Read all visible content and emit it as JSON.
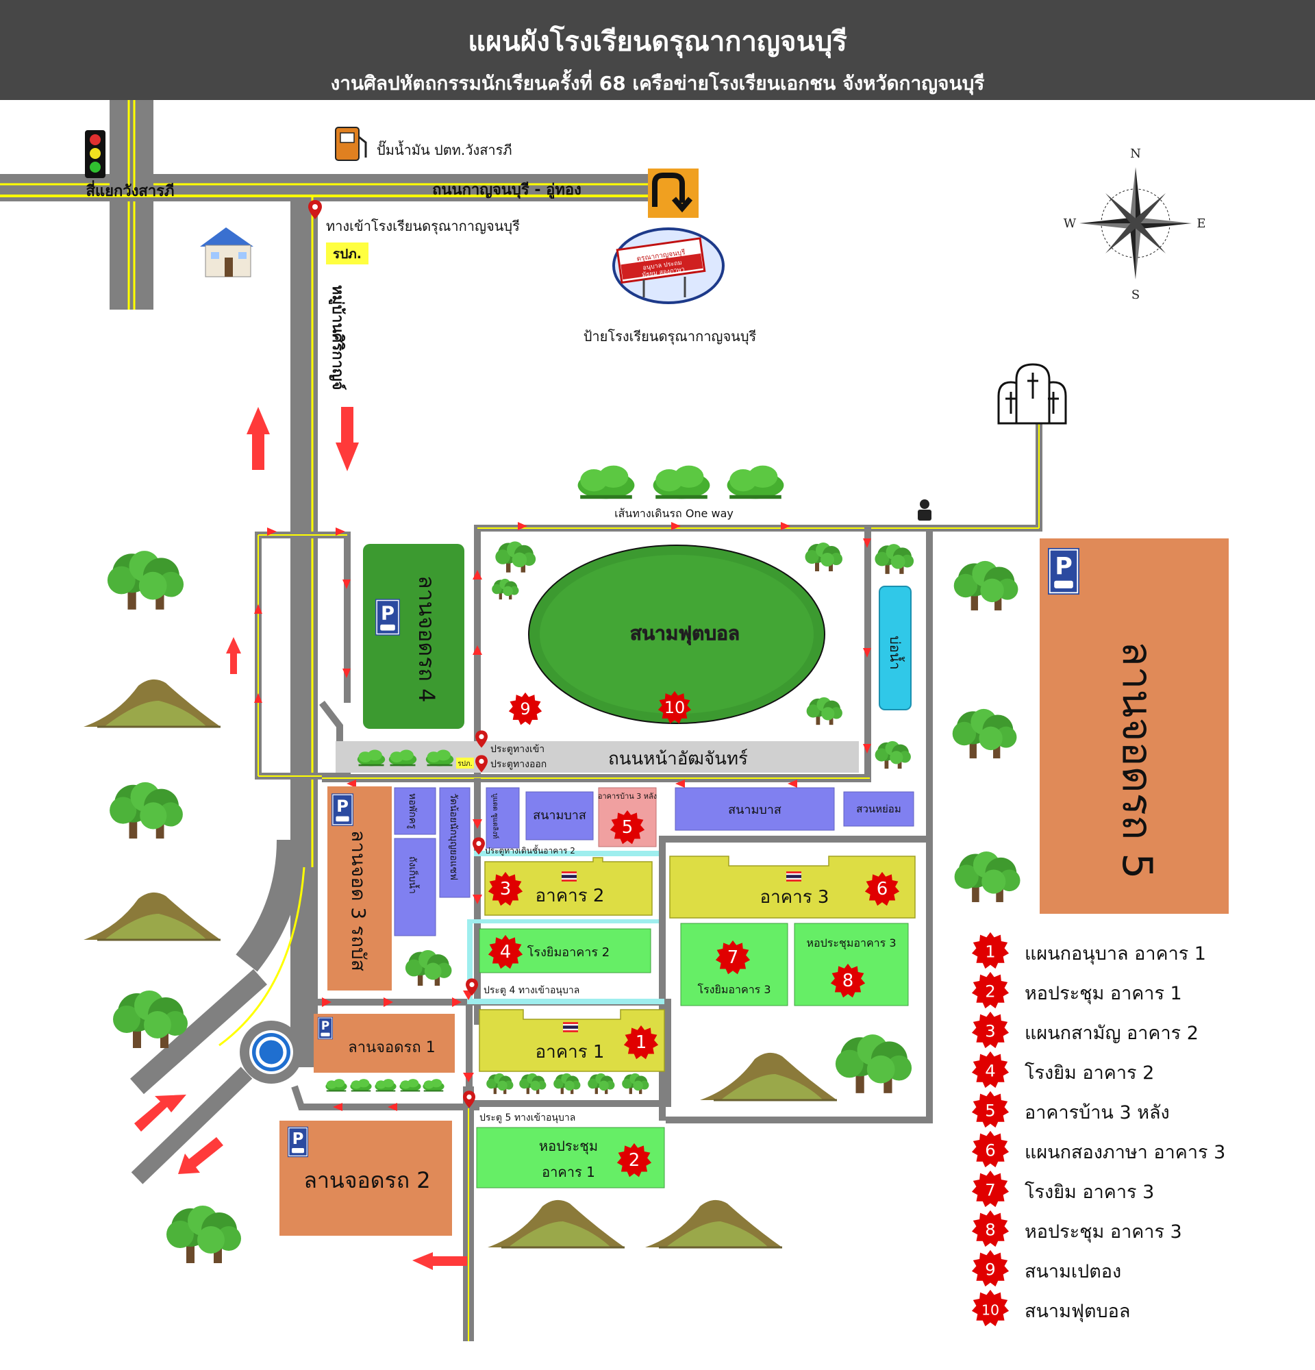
{
  "header": {
    "title": "แผนผังโรงเรียนดรุณากาญจนบุรี",
    "subtitle": "งานศิลปหัตถกรรมนักเรียนครั้งที่ 68 เครือข่ายโรงเรียนเอกชน จังหวัดกาญจนบุรี"
  },
  "colors": {
    "header_bg": "#474747",
    "road": "#7f7f7f",
    "road_line": "#ffff00",
    "parking": "#e08a58",
    "building": "#dddd44",
    "gym": "#66ee66",
    "pool_building": "#8080f0",
    "house3": "#f0a0a0",
    "marker_red": "#e00000",
    "arrow_red": "#ff3333"
  },
  "map": {
    "compass": {
      "n": "N",
      "s": "S",
      "e": "E",
      "w": "W"
    },
    "labels": {
      "intersection": "สี่แยกวังสารภี",
      "gas_station": "ปั๊มน้ำมัน ปตท.วังสารภี",
      "main_road": "ถนนกาญจนบุรี - อู่ทอง",
      "school_entrance": "ทางเข้าโรงเรียนดรุณากาญจนบุรี",
      "security_top": "รปภ.",
      "village": "หมู่บ้านศิริกาญจ์",
      "school_sign": "ป้ายโรงเรียนดรุณากาญจนบุรี",
      "sign_text_1": "ดรุณากาญจนบุรี",
      "sign_text_2": "อนุบาล  ประถม",
      "sign_text_3": "มัธยม  สองภาษา",
      "one_way": "เส้นทางเดินรถ One way",
      "football_field": "สนามฟุตบอล",
      "pond": "บ่อน้ำ",
      "parking_4": "ลานจอดรถ 4",
      "parking_5": "ลานจอดรถ 5",
      "front_road": "ถนนหน้าอัฒจันทร์",
      "gate_in": "ประตูทางเข้า",
      "gate_out": "ประตูทางออก",
      "security_gate": "รปภ.",
      "parking_3": "ลานจอด 3 รถบัส",
      "dorm": "หอพักครู",
      "water_tank": "ถังเก็บน้ำ",
      "st_joseph": "วัดน้อยนักบุญยอแซฟ",
      "badminton": "บูแดด ซูแดลิงท์",
      "pool_small": "สนามบาส",
      "house3_bldg": "อาคารบ้าน 3 หลัง",
      "pool_large": "สนามบาส",
      "pavilion": "สวนหย่อม",
      "gate_bldg2": "ประตูทางเดินชั้นอาคาร 2",
      "bldg2": "อาคาร 2",
      "bldg3": "อาคาร 3",
      "gym2": "โรงยิมอาคาร 2",
      "gym3": "โรงยิมอาคาร 3",
      "hall3": "หอประชุมอาคาร 3",
      "gate4": "ประตู 4 ทางเข้าอนุบาล",
      "parking_1": "ลานจอดรถ 1",
      "bldg1": "อาคาร 1",
      "gate5": "ประตู 5 ทางเข้าอนุบาล",
      "hall1_line1": "หอประชุม",
      "hall1_line2": "อาคาร 1",
      "parking_2": "ลานจอดรถ 2",
      "parking_sign": "P"
    },
    "markers": [
      {
        "n": "1"
      },
      {
        "n": "2"
      },
      {
        "n": "3"
      },
      {
        "n": "4"
      },
      {
        "n": "5"
      },
      {
        "n": "6"
      },
      {
        "n": "7"
      },
      {
        "n": "8"
      },
      {
        "n": "9"
      },
      {
        "n": "10"
      }
    ]
  },
  "legend": [
    {
      "n": "1",
      "label": "แผนกอนุบาล อาคาร 1"
    },
    {
      "n": "2",
      "label": "หอประชุม อาคาร 1"
    },
    {
      "n": "3",
      "label": "แผนกสามัญ อาคาร 2"
    },
    {
      "n": "4",
      "label": "โรงยิม อาคาร 2"
    },
    {
      "n": "5",
      "label": "อาคารบ้าน 3 หลัง"
    },
    {
      "n": "6",
      "label": "แผนกสองภาษา อาคาร 3"
    },
    {
      "n": "7",
      "label": "โรงยิม อาคาร 3"
    },
    {
      "n": "8",
      "label": "หอประชุม อาคาร 3"
    },
    {
      "n": "9",
      "label": "สนามเปตอง"
    },
    {
      "n": "10",
      "label": "สนามฟุตบอล"
    }
  ]
}
